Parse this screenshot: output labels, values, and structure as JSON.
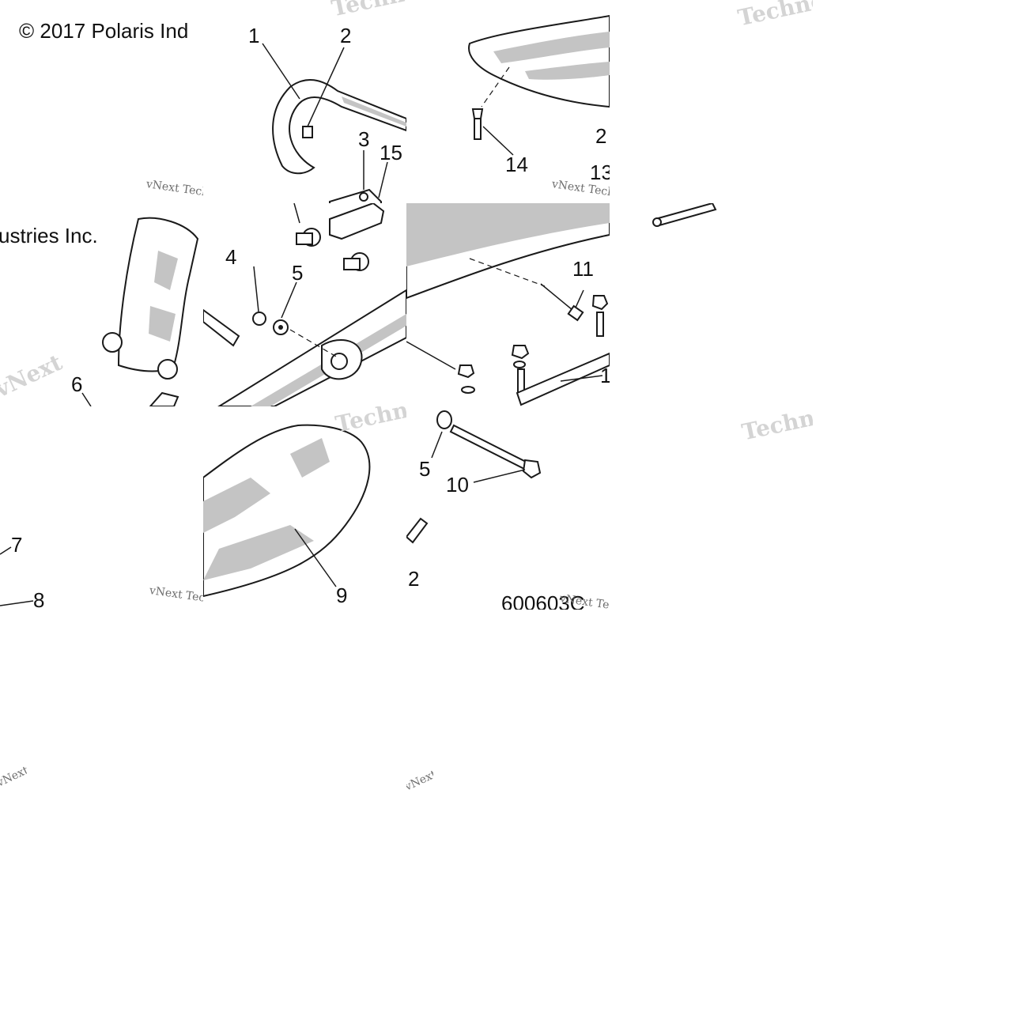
{
  "copyright": {
    "left_text": "© 2017 Polaris Ind",
    "right_text": "ustries Inc."
  },
  "figure_id": "600603C",
  "callouts": {
    "c1a": "1",
    "c2a": "2",
    "c3": "3",
    "c15": "15",
    "c14": "14",
    "c2b": "2",
    "c13": "13",
    "c4": "4",
    "c5a": "5",
    "c11": "11",
    "c6": "6",
    "c1b": "1",
    "c7": "7",
    "c8": "8",
    "c9": "9",
    "c5b": "5",
    "c10": "10",
    "c2c": "2"
  },
  "watermarks": {
    "brand_big": "Technologies",
    "brand_small": "vNext Technologies",
    "brand_partial": "vNext"
  },
  "colors": {
    "line": "#1a1a1a",
    "shade": "#c4c4c4",
    "watermark": "#d4d4d4"
  }
}
